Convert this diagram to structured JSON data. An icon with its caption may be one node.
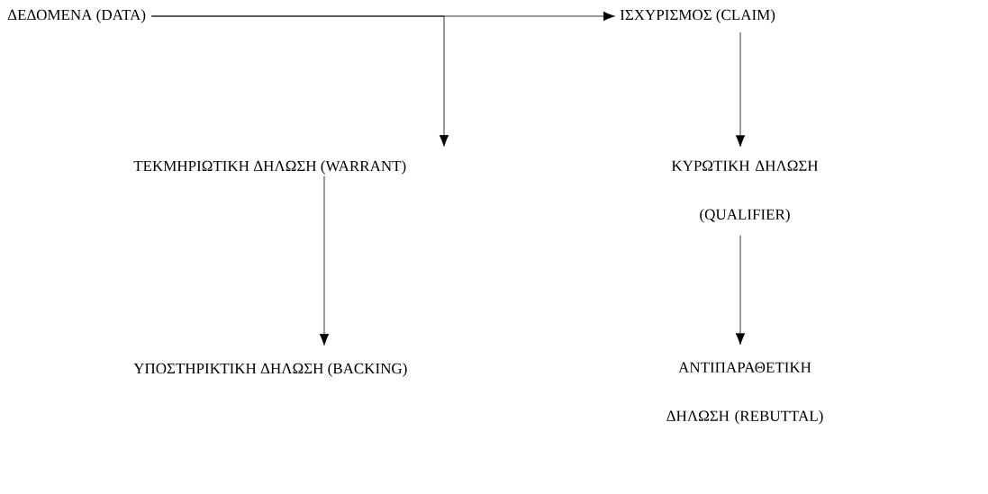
{
  "diagram": {
    "nodes": [
      {
        "text": [
          "ΔΕΔΟΜΕΝΑ (DATA)"
        ]
      },
      {
        "text": [
          "ΙΣΧΥΡΙΣΜΟΣ (CLAIM)"
        ]
      },
      {
        "text": [
          "ΤΕΚΜΗΡΙΩΤΙΚΗ ΔΗΛΩΣΗ (WARRANT)"
        ]
      },
      {
        "text": [
          "ΚΥΡΩΤΙΚΗ ΔΗΛΩΣΗ (QUALIFIER)"
        ]
      },
      {
        "text": [
          "ΥΠΟΣΤΗΡΙΚΤΙΚΗ ΔΗΛΩΣΗ (BACKING)"
        ]
      },
      {
        "text": [
          "ΑΝΤΙΠΑΡΑΘΕΤΙΚΗ ΔΗΛΩΣΗ (REBUTTAL)"
        ]
      }
    ],
    "edges": [
      {
        "from": 0,
        "to": 1,
        "arrow": "to"
      },
      {
        "from": 0,
        "to": 2,
        "arrow": "to"
      },
      {
        "from": 1,
        "to": 3,
        "arrow": "to"
      },
      {
        "from": 2,
        "to": 4,
        "arrow": "to"
      },
      {
        "from": 3,
        "to": 5,
        "arrow": "to"
      }
    ]
  }
}
